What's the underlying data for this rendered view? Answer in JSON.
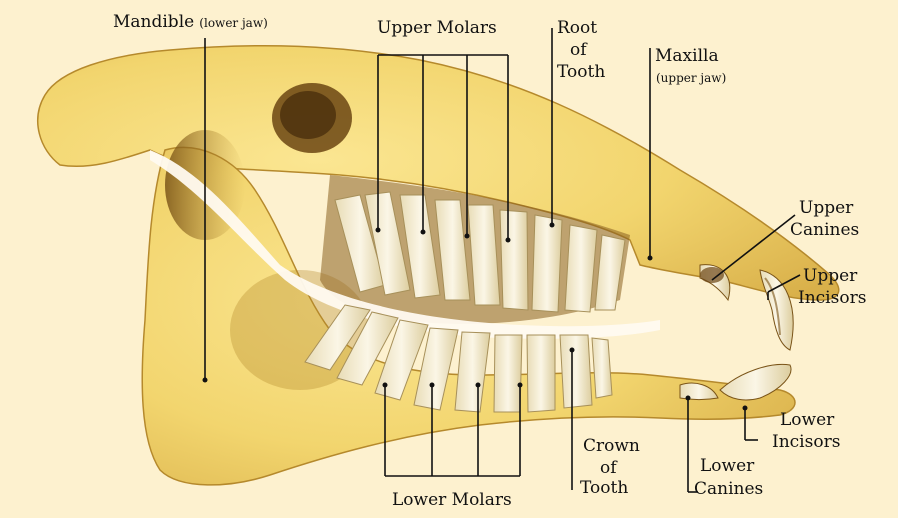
{
  "labels": {
    "mandible": "Mandible",
    "mandible_sub": "(lower jaw)",
    "upper_molars": "Upper Molars",
    "root_line1": "Root",
    "root_line2": "of",
    "root_line3": "Tooth",
    "maxilla": "Maxilla",
    "maxilla_sub": "(upper jaw)",
    "upper_canines_1": "Upper",
    "upper_canines_2": "Canines",
    "upper_incisors_1": "Upper",
    "upper_incisors_2": "Incisors",
    "lower_incisors_1": "Lower",
    "lower_incisors_2": "Incisors",
    "lower_canines_1": "Lower",
    "lower_canines_2": "Canines",
    "crown_line1": "Crown",
    "crown_line2": "of",
    "crown_line3": "Tooth",
    "lower_molars": "Lower Molars"
  },
  "colors": {
    "background": "#fdf1cf",
    "bone": "#f2d56e",
    "bone_shadow": "#b5892c",
    "bone_dark": "#7a5418",
    "tooth": "#f7efd8",
    "line": "#111111"
  }
}
